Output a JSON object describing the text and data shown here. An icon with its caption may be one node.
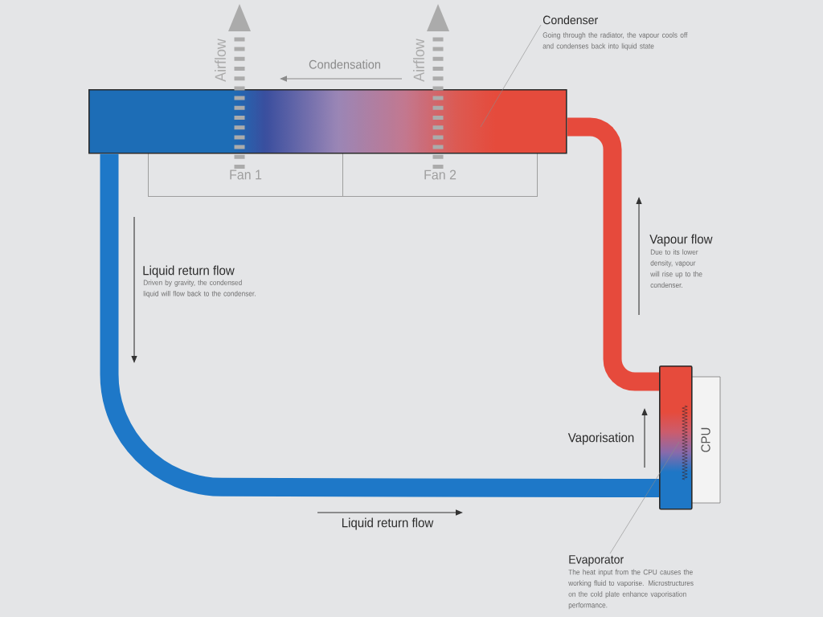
{
  "diagram": {
    "nodes": [
      {
        "text": [
          "Condenser",
          "Going through the radiator, the vapour cools off and condenses back into liquid state"
        ]
      },
      {
        "text": [],
        "shape": "bar"
      },
      {
        "text": [
          "Fan 1"
        ]
      },
      {
        "text": [
          "Fan 2"
        ]
      },
      {
        "text": [],
        "shape": "box"
      },
      {
        "text": [
          "CPU"
        ]
      },
      {
        "text": [
          "Evaporator",
          "The heat input from the CPU causes the working fluid to vaporise. Microstructures on the cold plate enhance vaporisation performance."
        ]
      }
    ],
    "edges": [
      {
        "from": 0,
        "to": 1,
        "arrow": "none"
      },
      {
        "from": 4,
        "to": 1,
        "arrow": "none",
        "style": "thick",
        "color": "#e64a3c"
      },
      {
        "from": 1,
        "to": 4,
        "arrow": "none",
        "style": "thick",
        "color": "#1e78c8"
      },
      {
        "from": 6,
        "to": 4,
        "arrow": "none"
      }
    ],
    "labels": [
      "Airflow",
      "Condensation",
      "Airflow",
      "Vapour flow",
      "Due to its lower density, vapour will rise up to the condenser.",
      "Liquid return flow",
      "Driven by gravity, the condensed liquid will flow back to the condenser.",
      "Vaporisation",
      "Liquid return flow"
    ]
  }
}
